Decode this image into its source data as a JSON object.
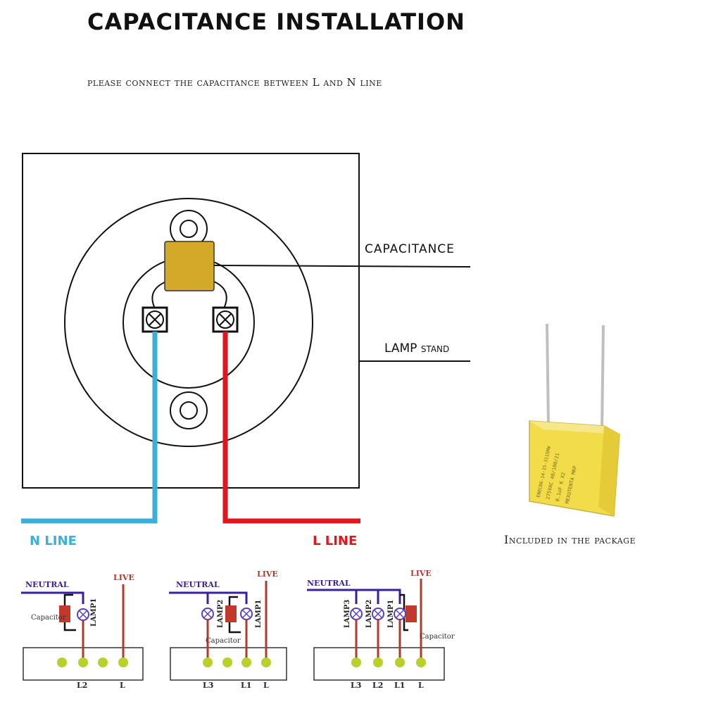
{
  "title": "CAPACITANCE INSTALLATION",
  "subtitle": "please connect the capacitance between L and N line",
  "main_diagram": {
    "capacitance_label": "CAPACITANCE",
    "lamp_stand_label": "LAMP stand",
    "n_line_label": "N LINE",
    "l_line_label": "L LINE"
  },
  "package_caption": "Included in the package",
  "capacitor_print": [
    "MEXUTENTA MKP",
    "0.1uF K X2",
    "275VAC 40/100/21",
    "ENEC06-14-15-3115MW"
  ],
  "wiring_diagrams": [
    {
      "neutral": "NEUTRAL",
      "live": "LIVE",
      "capacitor": "Capacitor",
      "lamps": [
        "LAMP1"
      ],
      "terminals": [
        "L2",
        "L"
      ]
    },
    {
      "neutral": "NEUTRAL",
      "live": "LIVE",
      "capacitor": "Capacitor",
      "lamps": [
        "LAMP2",
        "LAMP1"
      ],
      "terminals": [
        "L3",
        "L1",
        "L"
      ]
    },
    {
      "neutral": "NEUTRAL",
      "live": "LIVE",
      "capacitor": "Capacitor",
      "lamps": [
        "LAMP3",
        "LAMP2",
        "LAMP1"
      ],
      "terminals": [
        "L3",
        "L2",
        "L1",
        "L"
      ]
    }
  ],
  "colors": {
    "n_line": "#3ab0d8",
    "l_line": "#e3141b",
    "capacitor_box": "#d4a828",
    "neutral_wire": "#3a1ea0",
    "live_wire": "#b03a2e",
    "terminal": "#b8d02c"
  }
}
